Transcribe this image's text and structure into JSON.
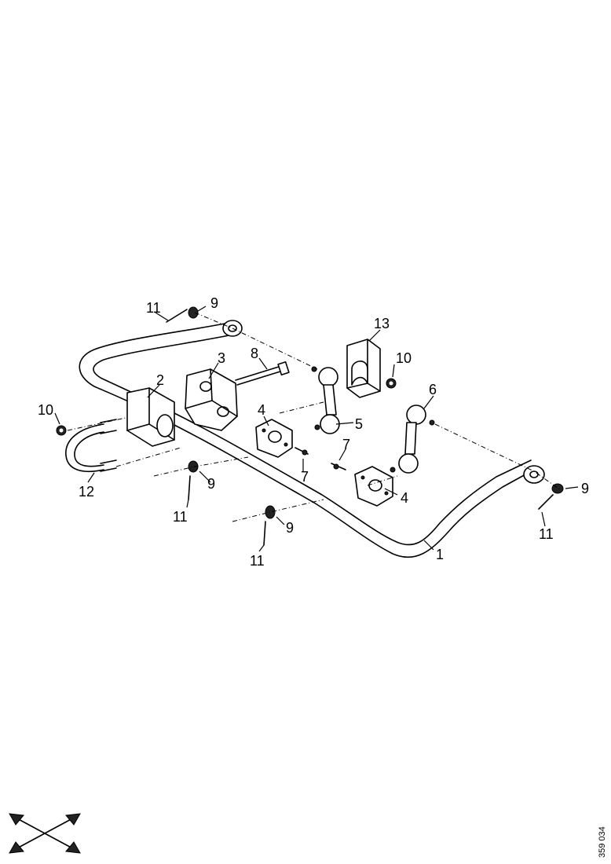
{
  "callouts": {
    "c1": "1",
    "c2": "2",
    "c3": "3",
    "c4a": "4",
    "c4b": "4",
    "c5": "5",
    "c6": "6",
    "c7a": "7",
    "c7b": "7",
    "c8": "8",
    "c9a": "9",
    "c9b": "9",
    "c9c": "9",
    "c9d": "9",
    "c10a": "10",
    "c10b": "10",
    "c11a": "11",
    "c11b": "11",
    "c11c": "11",
    "c11d": "11",
    "c12": "12",
    "c13": "13"
  },
  "reference_code": "359 034",
  "orientation_icon": "double-arrow-cross-icon"
}
